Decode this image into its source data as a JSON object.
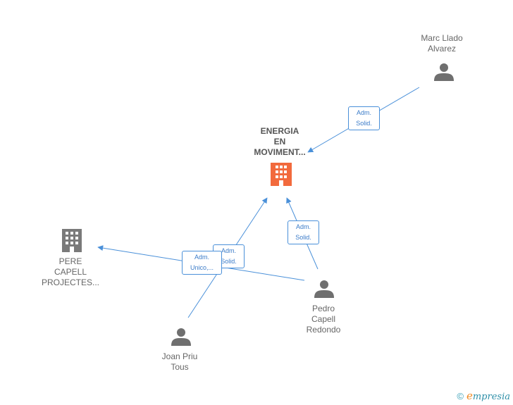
{
  "nodes": {
    "energia": {
      "label": "ENERGIA\nEN\nMOVIMENT...",
      "type": "company",
      "color": "#f26a3d"
    },
    "pere": {
      "label": "PERE\nCAPELL\nPROJECTES...",
      "type": "company",
      "color": "#7a7a7a"
    },
    "marc": {
      "label": "Marc Llado\nAlvarez",
      "type": "person"
    },
    "pedro": {
      "label": "Pedro\nCapell\nRedondo",
      "type": "person"
    },
    "joan": {
      "label": "Joan Priu\nTous",
      "type": "person"
    }
  },
  "edges": {
    "marc_energia": "Adm.\nSolid.",
    "pedro_energia": "Adm.\nSolid.",
    "joan_energia": "Adm.\nSolid.",
    "pedro_pere": "Adm.\nUnico,..."
  },
  "colors": {
    "edge": "#4a90d9",
    "person": "#6f6f6f",
    "company_main": "#f26a3d",
    "company_other": "#7a7a7a"
  },
  "footer": {
    "copyright": "©",
    "brand_initial": "e",
    "brand_rest": "mpresia"
  }
}
